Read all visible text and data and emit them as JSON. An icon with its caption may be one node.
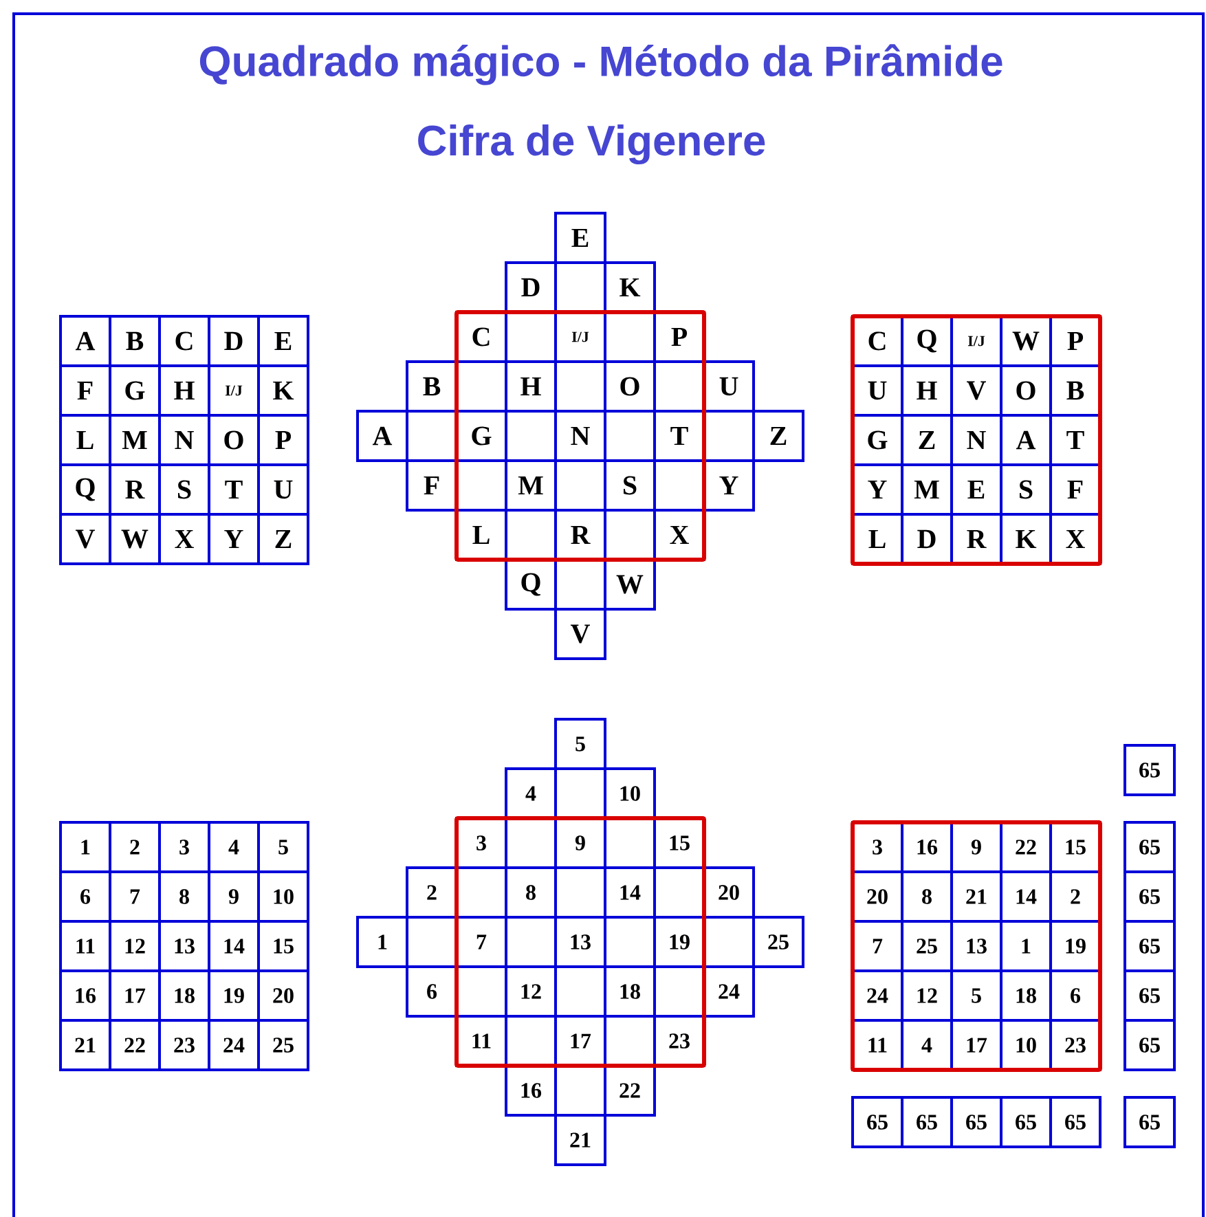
{
  "diagram": {
    "title": "Quadrado mágico - Método da Pirâmide",
    "labels": [
      "Cifra de Vigenere",
      "A",
      "B",
      "C",
      "D",
      "E",
      "F",
      "G",
      "H",
      "I/J",
      "K",
      "L",
      "M",
      "N",
      "O",
      "P",
      "Q",
      "R",
      "S",
      "T",
      "U",
      "V",
      "W",
      "X",
      "Y",
      "Z",
      "E",
      "D",
      "K",
      "C",
      "I/J",
      "P",
      "B",
      "H",
      "O",
      "U",
      "A",
      "G",
      "N",
      "T",
      "Z",
      "F",
      "M",
      "S",
      "Y",
      "L",
      "R",
      "X",
      "Q",
      "W",
      "V",
      "C",
      "Q",
      "I/J",
      "W",
      "P",
      "U",
      "H",
      "V",
      "O",
      "B",
      "G",
      "Z",
      "N",
      "A",
      "T",
      "Y",
      "M",
      "E",
      "S",
      "F",
      "L",
      "D",
      "R",
      "K",
      "X",
      "1",
      "2",
      "3",
      "4",
      "5",
      "6",
      "7",
      "8",
      "9",
      "10",
      "11",
      "12",
      "13",
      "14",
      "15",
      "16",
      "17",
      "18",
      "19",
      "20",
      "21",
      "22",
      "23",
      "24",
      "25",
      "5",
      "4",
      "10",
      "3",
      "9",
      "15",
      "2",
      "8",
      "14",
      "20",
      "1",
      "7",
      "13",
      "19",
      "25",
      "6",
      "12",
      "18",
      "24",
      "11",
      "17",
      "23",
      "16",
      "22",
      "21",
      "3",
      "16",
      "9",
      "22",
      "15",
      "20",
      "8",
      "21",
      "14",
      "2",
      "7",
      "25",
      "13",
      "1",
      "19",
      "24",
      "12",
      "5",
      "18",
      "6",
      "11",
      "4",
      "17",
      "10",
      "23",
      "65",
      "65",
      "65",
      "65",
      "65",
      "65",
      "65",
      "65",
      "65",
      "65",
      "65",
      "65"
    ]
  }
}
